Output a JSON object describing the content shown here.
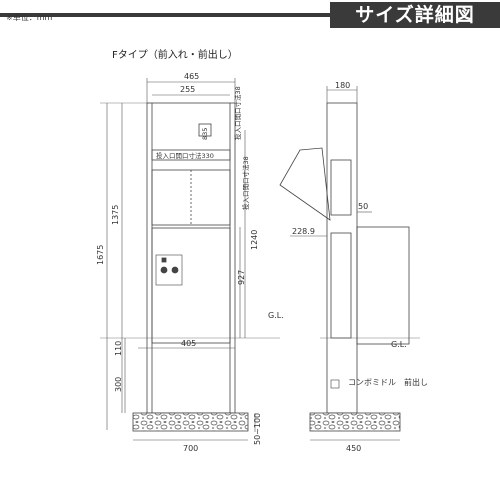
{
  "unit_label": "※単位：mm",
  "title": "サイズ詳細図",
  "type_label": "Fタイプ（前入れ・前出し）",
  "front": {
    "width_top": "465",
    "width_inner": "255",
    "total_height": "1675",
    "body_height": "1375",
    "open_height": "1240",
    "lower_height": "927",
    "gl_height": "110",
    "pole_height": "300",
    "base_width": "700",
    "depth_range": "50~100",
    "mid_width": "405",
    "slot_label": "投入口開口寸法330",
    "vert_label_1": "835",
    "vert_label_2": "投入口開口寸法38",
    "vert_label_3": "投入口開口寸法38",
    "gl": "G.L."
  },
  "side": {
    "top_width": "180",
    "flap_depth": "50",
    "open_depth": "228.9",
    "base_width": "450",
    "gl": "G.L.",
    "lock_label": "コンボミドル　前出し"
  }
}
